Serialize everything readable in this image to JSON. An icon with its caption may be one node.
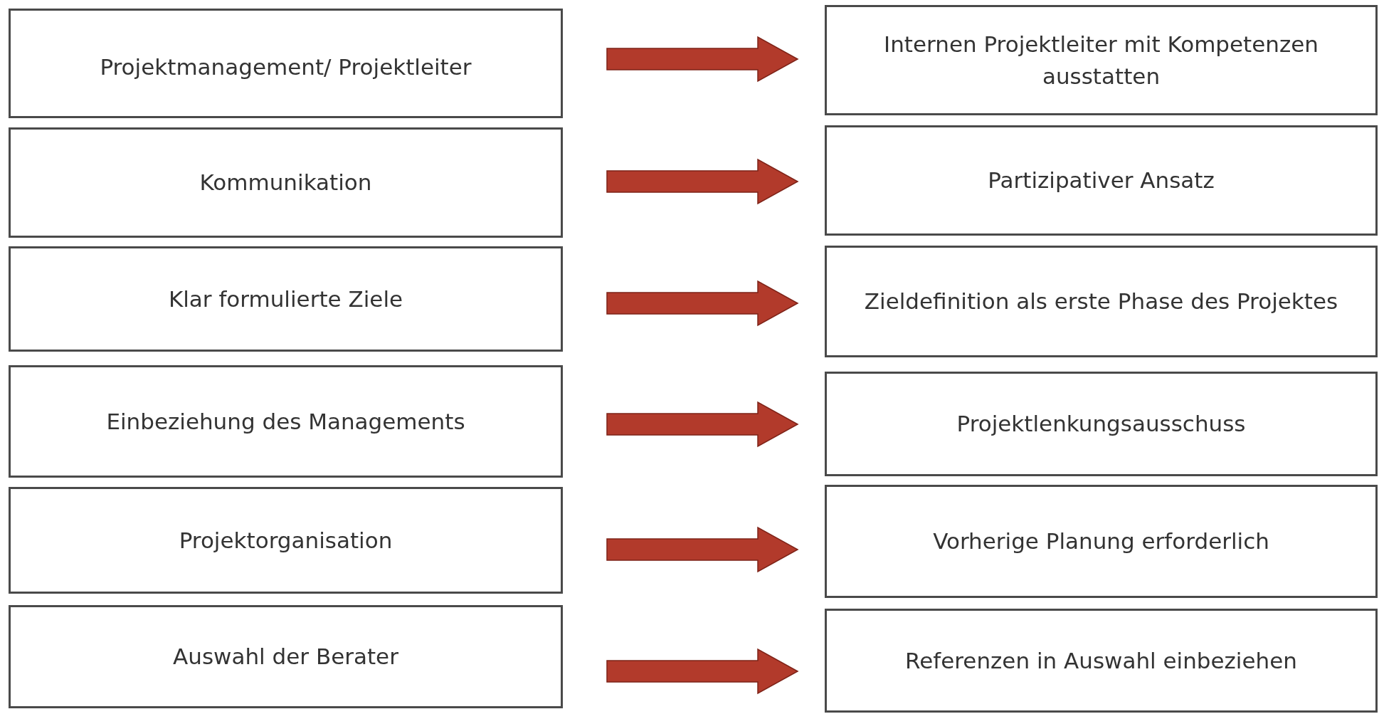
{
  "diagram": {
    "nodes": [
      {
        "text": [
          "Projektmanagement/ Projektleiter"
        ]
      },
      {
        "text": [
          "Internen Projektleiter mit Kompetenzen ausstatten"
        ]
      },
      {
        "text": [
          "Kommunikation"
        ]
      },
      {
        "text": [
          "Partizipativer Ansatz"
        ]
      },
      {
        "text": [
          "Klar formulierte Ziele"
        ]
      },
      {
        "text": [
          "Zieldefinition als erste Phase des Projektes"
        ]
      },
      {
        "text": [
          "Einbeziehung des Managements"
        ]
      },
      {
        "text": [
          "Projektlenkungsausschuss"
        ]
      },
      {
        "text": [
          "Projektorganisation"
        ]
      },
      {
        "text": [
          "Vorherige Planung erforderlich"
        ]
      },
      {
        "text": [
          "Auswahl der Berater"
        ]
      },
      {
        "text": [
          "Referenzen in Auswahl einbeziehen"
        ]
      }
    ],
    "edges": [
      {
        "from": 0,
        "to": 1,
        "arrow": "to"
      },
      {
        "from": 2,
        "to": 3,
        "arrow": "to"
      },
      {
        "from": 4,
        "to": 5,
        "arrow": "to"
      },
      {
        "from": 6,
        "to": 7,
        "arrow": "to"
      },
      {
        "from": 8,
        "to": 9,
        "arrow": "to"
      },
      {
        "from": 10,
        "to": 11,
        "arrow": "to"
      }
    ]
  }
}
